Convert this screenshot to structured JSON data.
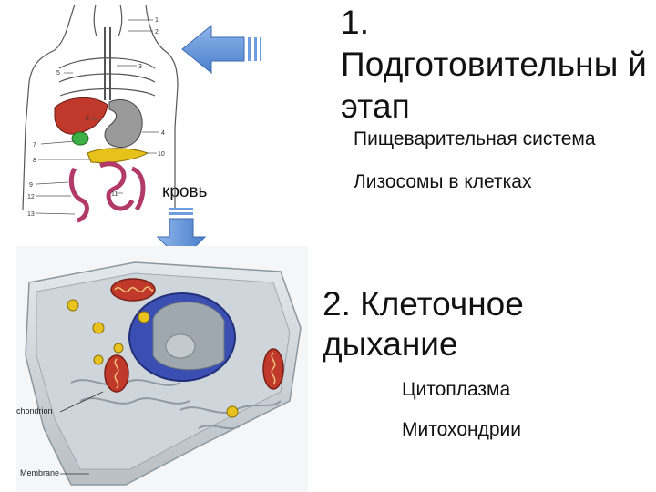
{
  "stage1": {
    "title": "1. Подготовительны й этап",
    "items": [
      "Пищеварительная система",
      "Лизосомы в клетках"
    ]
  },
  "stage2": {
    "title": "2. Клеточное дыхание",
    "items": [
      "Цитоплазма",
      "Митохондрии"
    ]
  },
  "blood_label": "кровь",
  "anatomy_numbers": [
    "1",
    "2",
    "3",
    "4",
    "5",
    "6",
    "7",
    "8",
    "9",
    "10",
    "11",
    "12",
    "13"
  ],
  "cell_labels": [
    "chondrion",
    "Membrane"
  ],
  "colors": {
    "arrow": "#5a8fd6",
    "liver": "#c0392b",
    "stomach": "#9a9a9a",
    "gallbladder": "#3cb043",
    "pancreas": "#e6c21a",
    "nucleus": "#3b4fb3",
    "mitochondria": "#c0392b"
  }
}
